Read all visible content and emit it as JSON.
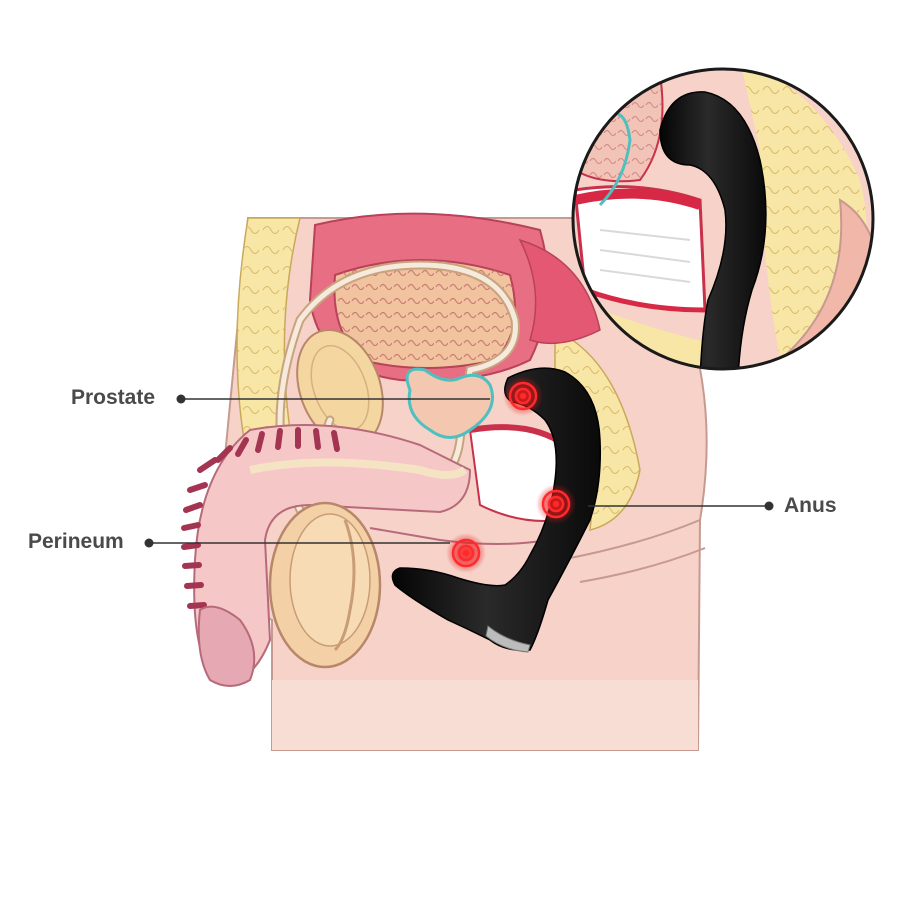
{
  "labels": {
    "prostate": "Prostate",
    "perineum": "Perineum",
    "anus": "Anus"
  },
  "icons": {
    "vibration_point": "vibration-point-icon",
    "callout_dot": "callout-dot-icon"
  },
  "colors": {
    "label_text": "#4a4a4a",
    "leader_line": "#333333",
    "skin": "#f6d2c8",
    "skin_shadow": "#eeb9ac",
    "fat_yellow": "#f8e6a6",
    "bladder_outer": "#e86f83",
    "bladder_inner": "#f1c39e",
    "device_black": "#141414",
    "vibration_red": "#e8141c",
    "prostate_outline": "#4fc0c0",
    "tissue_red": "#c9304a"
  }
}
